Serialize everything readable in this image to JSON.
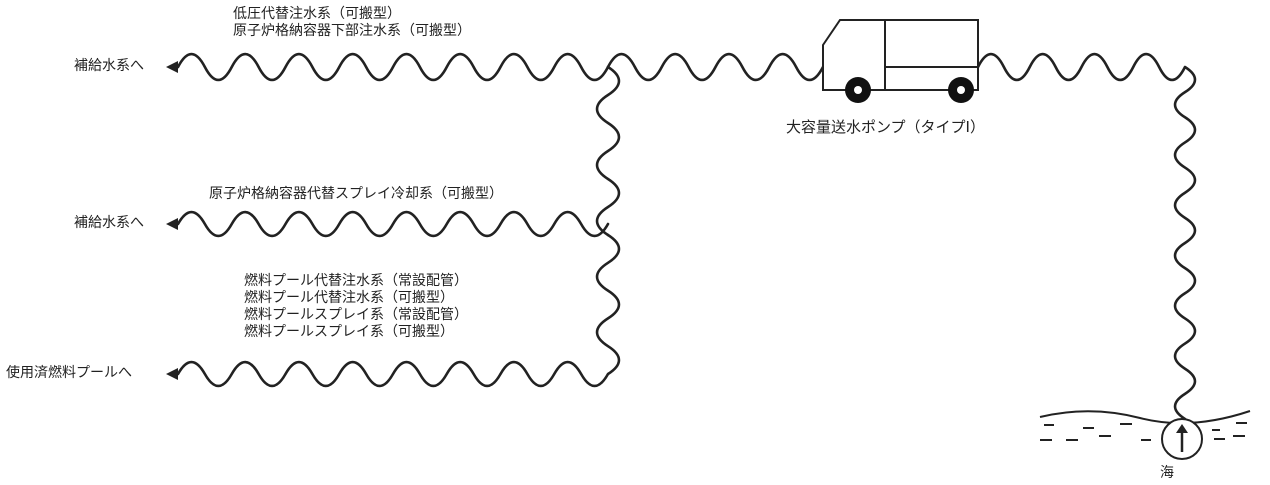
{
  "diagram": {
    "pump_label": "大容量送水ポンプ（タイプⅠ）",
    "sea_label": "海",
    "line1": {
      "systems": [
        "低圧代替注水系（可搬型）",
        "原子炉格納容器下部注水系（可搬型）"
      ],
      "destination": "補給水系へ"
    },
    "line2": {
      "systems": [
        "原子炉格納容器代替スプレイ冷却系（可搬型）"
      ],
      "destination": "補給水系へ"
    },
    "line3": {
      "systems": [
        "燃料プール代替注水系（常設配管）",
        "燃料プール代替注水系（可搬型）",
        "燃料プールスプレイ系（常設配管）",
        "燃料プールスプレイ系（可搬型）"
      ],
      "destination": "使用済燃料プールへ"
    }
  }
}
